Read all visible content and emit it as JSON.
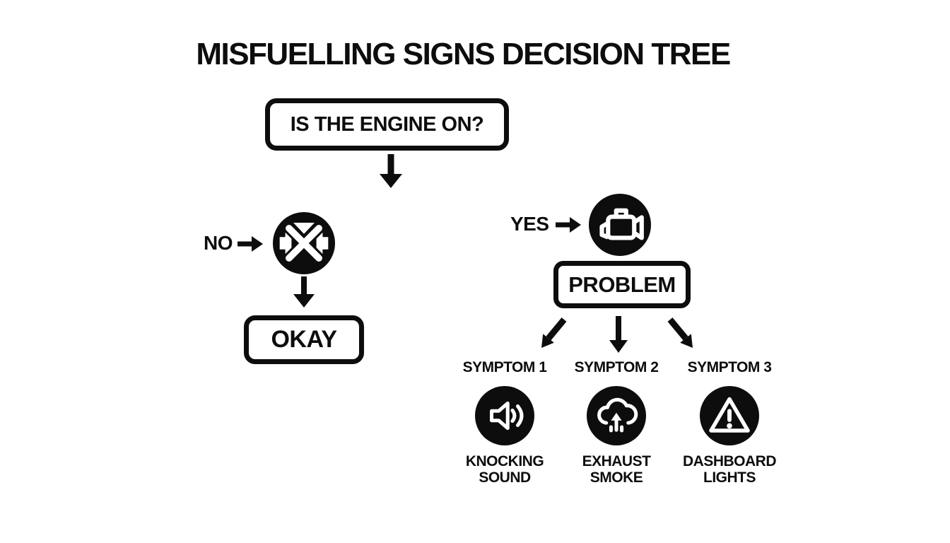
{
  "colors": {
    "ink": "#0d0d0d",
    "background": "#ffffff"
  },
  "title": "MISFUELLING SIGNS DECISION TREE",
  "root_question": "IS THE ENGINE ON?",
  "no_branch": {
    "label": "NO",
    "icon": "engine-off-icon",
    "result": "OKAY"
  },
  "yes_branch": {
    "label": "YES",
    "icon": "engine-icon",
    "result": "PROBLEM"
  },
  "symptoms": [
    {
      "heading": "SYMPTOM 1",
      "icon": "speaker-sound-icon",
      "line1": "KNOCKING",
      "line2": "SOUND"
    },
    {
      "heading": "SYMPTOM 2",
      "icon": "smoke-cloud-icon",
      "line1": "EXHAUST",
      "line2": "SMOKE"
    },
    {
      "heading": "SYMPTOM 3",
      "icon": "warning-triangle-icon",
      "line1": "DASHBOARD",
      "line2": "LIGHTS"
    }
  ]
}
